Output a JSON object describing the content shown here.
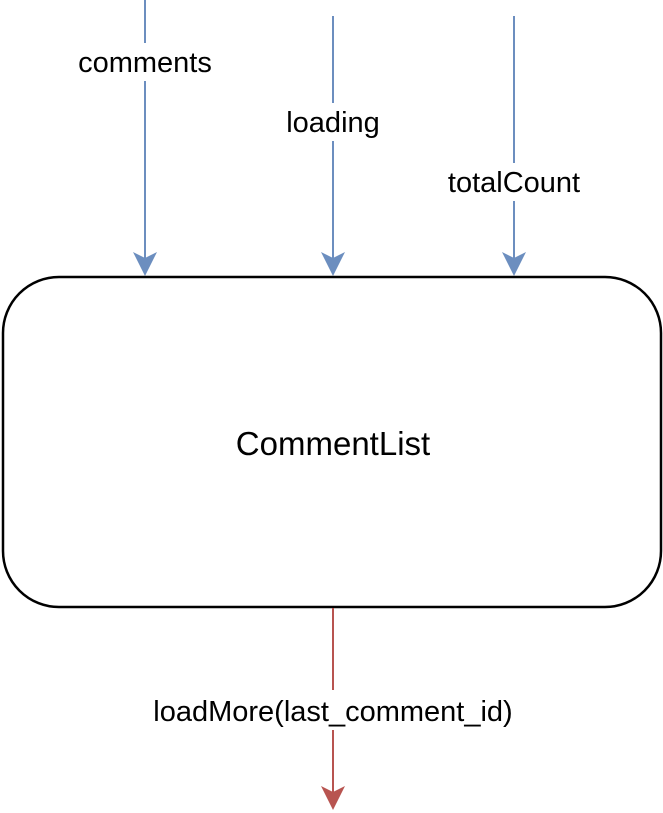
{
  "colors": {
    "input_arrow": "#6C8EBF",
    "output_arrow": "#B85450",
    "box_stroke": "#000000",
    "background": "#FFFFFF"
  },
  "component": {
    "name": "CommentList"
  },
  "inputs": [
    {
      "label": "comments"
    },
    {
      "label": "loading"
    },
    {
      "label": "totalCount"
    }
  ],
  "output": {
    "label": "loadMore(last_comment_id)"
  }
}
